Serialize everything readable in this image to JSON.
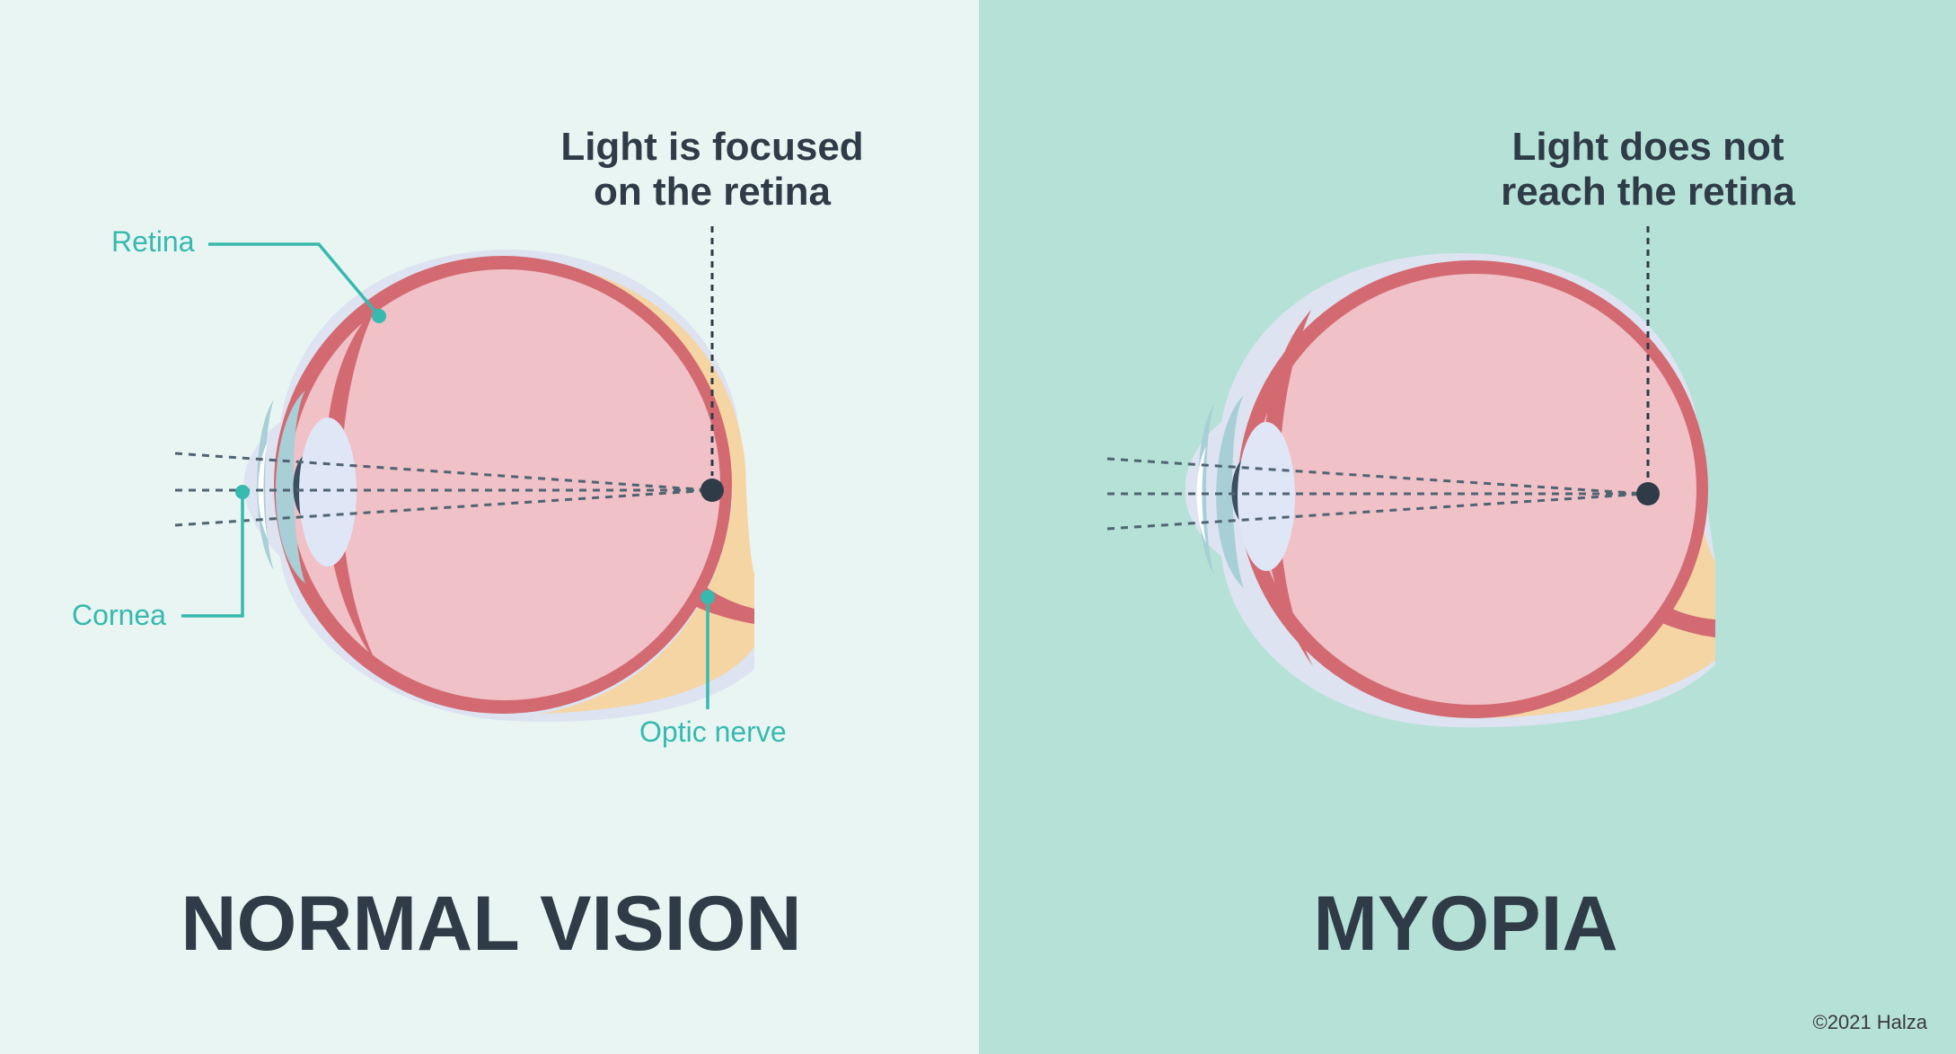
{
  "colors": {
    "left_bg": "#e9f5f2",
    "right_bg": "#b5e1d7",
    "eye_outer": "#dde3f1",
    "sclera_fat": "#f4d5a3",
    "retina_band": "#d36a72",
    "vitreous": "#f0c1c6",
    "lens": "#dfe6f6",
    "cornea": "#a8cfd6",
    "iris": "#3b4f5f",
    "light_ray": "#4f6472",
    "label_teal": "#36b9ae",
    "heading_dark": "#2f3b47",
    "copyright": "#3a3a3a"
  },
  "normal": {
    "heading": "NORMAL VISION",
    "callout_line1": "Light is focused",
    "callout_line2": "on the retina",
    "label_retina": "Retina",
    "label_cornea": "Cornea",
    "label_optic_nerve": "Optic nerve"
  },
  "myopia": {
    "heading": "MYOPIA",
    "callout_line1": "Light does not",
    "callout_line2": "reach the retina"
  },
  "footer": {
    "copyright": "©2021 Halza"
  }
}
